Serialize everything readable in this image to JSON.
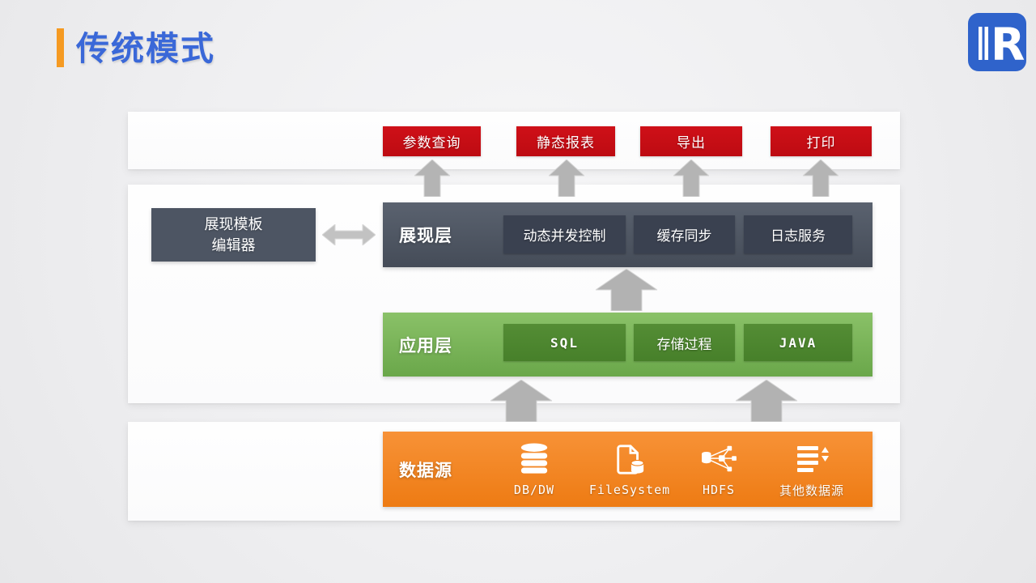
{
  "slide": {
    "title": "传统模式",
    "logo_letter": "R"
  },
  "top_outputs": [
    "参数查询",
    "静态报表",
    "导出",
    "打印"
  ],
  "editor_box": {
    "line1": "展现模板",
    "line2": "编辑器"
  },
  "layers": {
    "presentation": {
      "label": "展现层",
      "items": [
        "动态并发控制",
        "缓存同步",
        "日志服务"
      ]
    },
    "application": {
      "label": "应用层",
      "items": [
        "SQL",
        "存储过程",
        "JAVA"
      ]
    },
    "datasource": {
      "label": "数据源",
      "items": [
        {
          "icon": "database-icon",
          "label": "DB/DW"
        },
        {
          "icon": "file-system-icon",
          "label": "FileSystem"
        },
        {
          "icon": "hdfs-cluster-icon",
          "label": "HDFS"
        },
        {
          "icon": "other-sources-icon",
          "label": "其他数据源"
        }
      ]
    }
  },
  "colors": {
    "title_blue": "#3a68d8",
    "accent_orange_bar": "#f59a22",
    "output_red": "#c60d15",
    "presentation_slate": "#4e5663",
    "presentation_subbox": "#3a4150",
    "application_green": "#79b356",
    "application_subbox": "#4e8a30",
    "datasource_orange": "#f5861f",
    "arrow_gray": "#b4b4b4",
    "logo_blue": "#2f63cb"
  }
}
